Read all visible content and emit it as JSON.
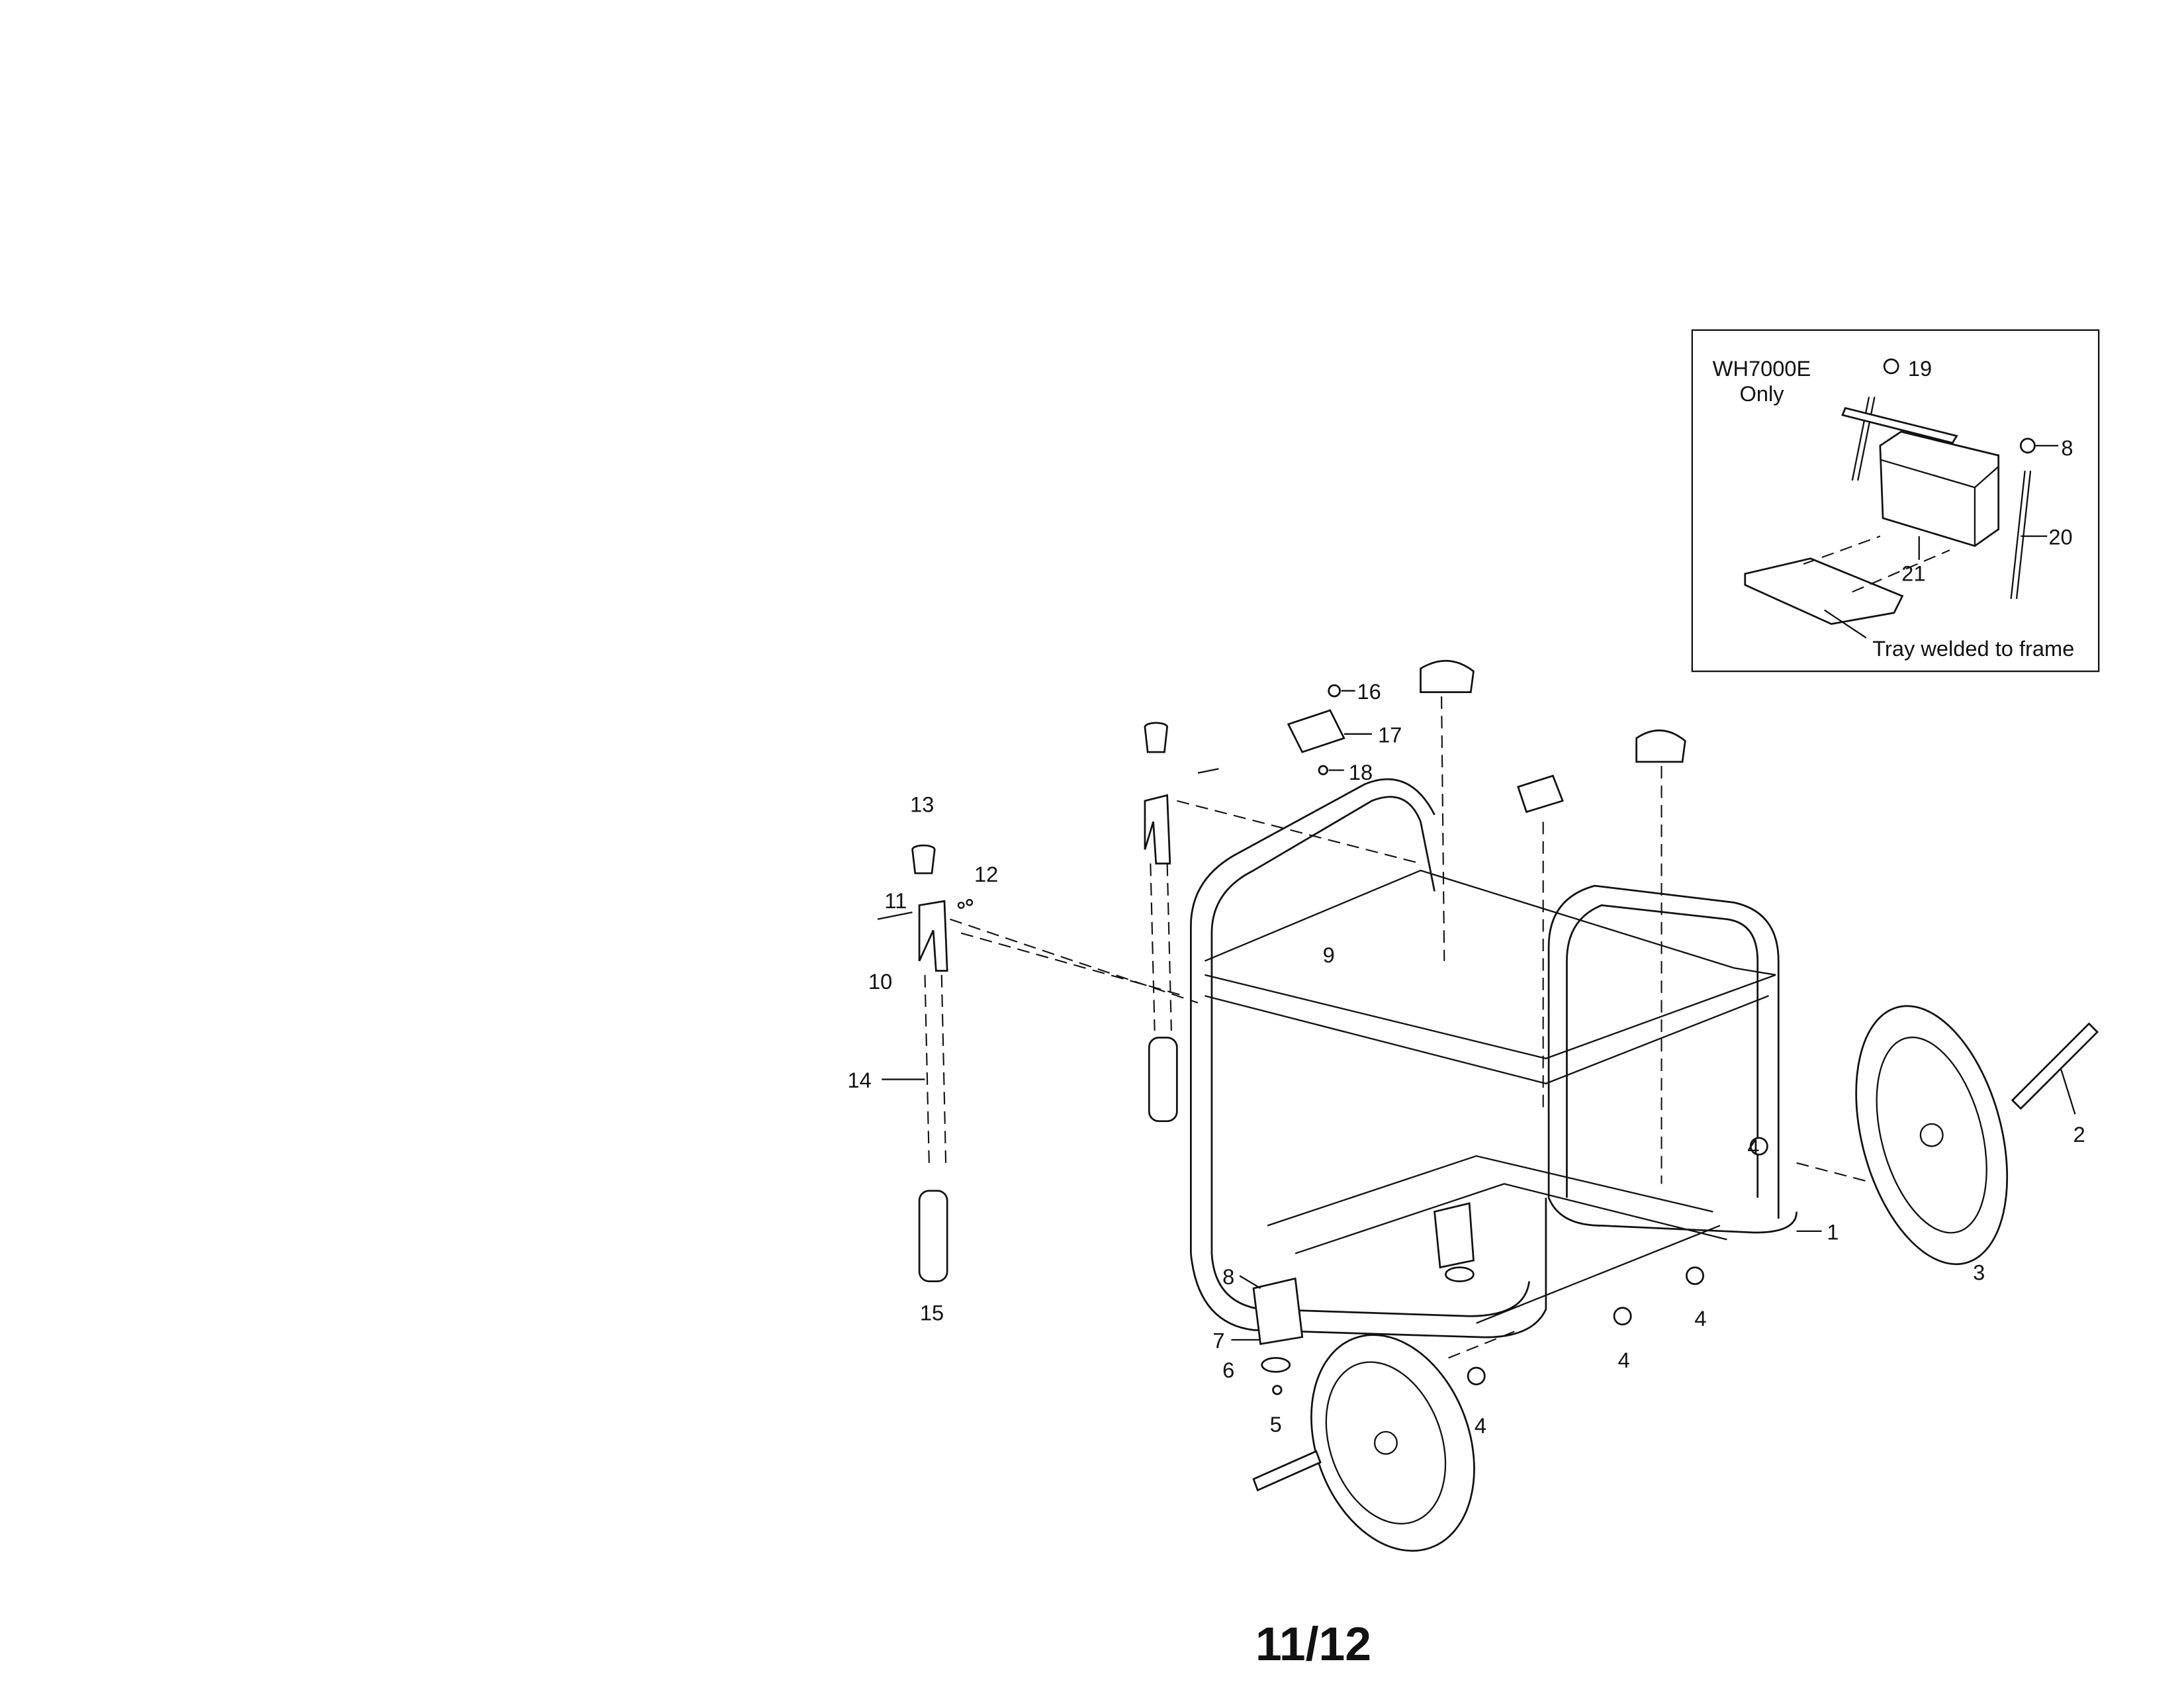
{
  "inset": {
    "model_line1": "WH7000E",
    "model_line2": "Only",
    "callouts": [
      "19",
      "8",
      "20",
      "21"
    ],
    "note": "Tray welded to frame"
  },
  "callouts": {
    "c1": "1",
    "c2": "2",
    "c3": "3",
    "c4a": "4",
    "c4b": "4",
    "c4c": "4",
    "c4d": "4",
    "c5": "5",
    "c6": "6",
    "c7": "7",
    "c8": "8",
    "c9": "9",
    "c10": "10",
    "c11": "11",
    "c12": "12",
    "c13": "13",
    "c14": "14",
    "c15": "15",
    "c16": "16",
    "c17": "17",
    "c18": "18"
  },
  "page_number": "11/12"
}
